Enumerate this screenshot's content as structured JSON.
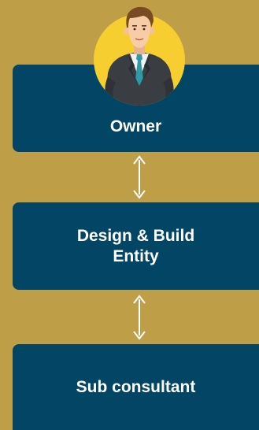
{
  "nodes": {
    "owner": "Owner",
    "design_build_line1": "Design & Build",
    "design_build_line2": "Entity",
    "sub_consultant": "Sub consultant"
  },
  "icons": {
    "avatar": "businessman-icon",
    "arrow": "double-headed-vertical-arrow-icon"
  },
  "colors": {
    "background": "#BE9E47",
    "box": "#034564",
    "avatar_circle": "#F7CE2F",
    "text": "#FFFFFF"
  }
}
